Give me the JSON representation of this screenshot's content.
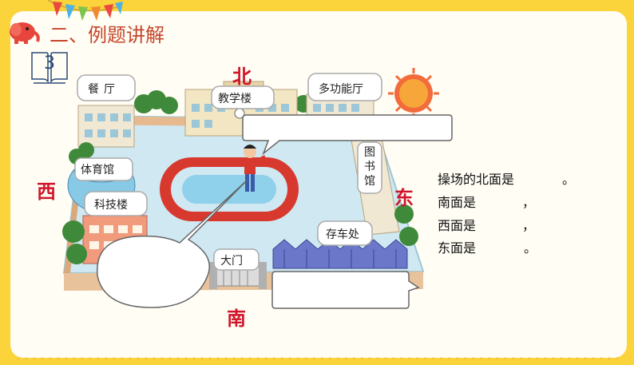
{
  "header": {
    "section_title": "二、例题讲解",
    "example_number": "3"
  },
  "map_labels": {
    "canteen": "餐厅",
    "teaching_building": "教学楼",
    "multipurpose_hall": "多功能厅",
    "gym": "体育馆",
    "science_building": "科技楼",
    "library": "图书馆",
    "bike_shed": "存车处",
    "gate": "大门"
  },
  "directions": {
    "north": "北",
    "south": "南",
    "west": "西",
    "east": "东"
  },
  "question": {
    "line1_prefix": "操场的北面是",
    "line1_suffix": "。",
    "line2_prefix": "南面是",
    "line2_suffix": "，",
    "line3_prefix": "西面是",
    "line3_suffix": "，",
    "line4_prefix": "东面是",
    "line4_suffix": "。"
  },
  "colors": {
    "frame": "#fbd33a",
    "accent_red": "#d0162a",
    "title": "#c6462b"
  },
  "icons": [
    "elephant-icon",
    "bunting-flags-icon",
    "book-icon",
    "sun-icon"
  ]
}
